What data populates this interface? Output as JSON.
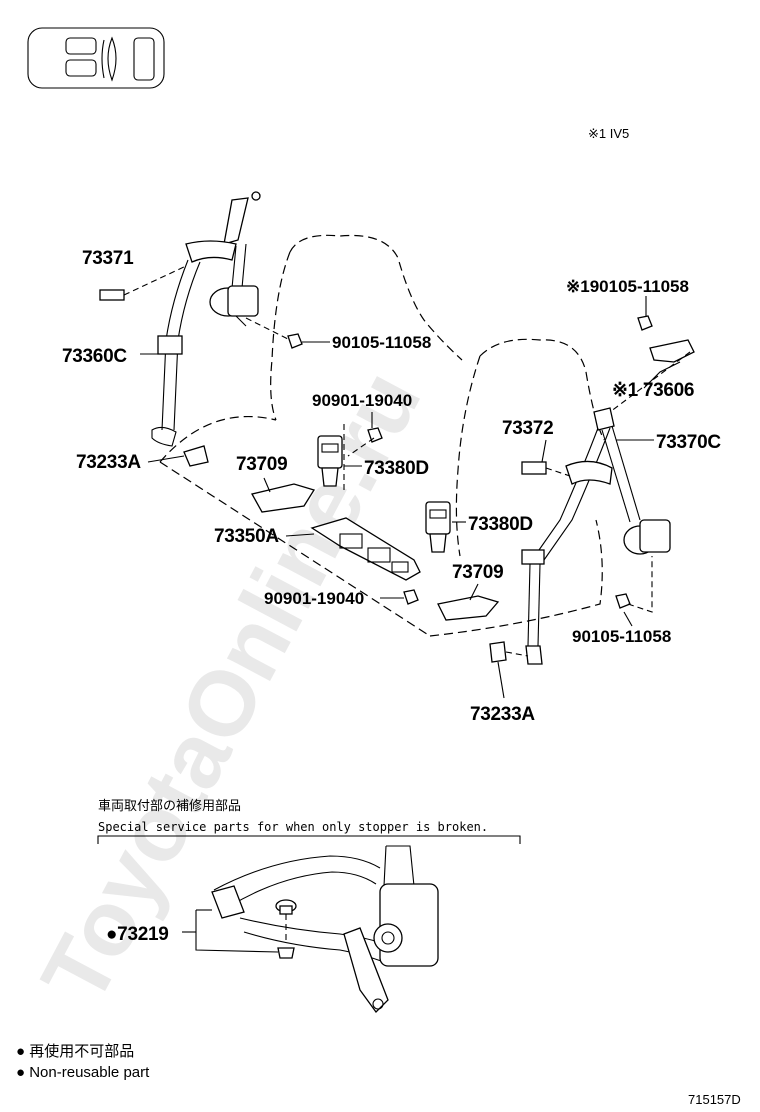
{
  "header_box_label": "",
  "variant_note": "※1 IV5",
  "watermark": "ToyotaOnline.ru",
  "callouts": {
    "c73371": "73371",
    "c73360C": "73360C",
    "c90105_left": "90105-11058",
    "c73233A_left": "73233A",
    "c90901_upper": "90901-19040",
    "c73709_left": "73709",
    "c73380D_left": "73380D",
    "c73350A": "73350A",
    "c90901_lower": "90901-19040",
    "c73372": "73372",
    "c73370C": "73370C",
    "c90105_right_top": "※190105-11058",
    "c73606": "※1 73606",
    "c73380D_right": "73380D",
    "c73709_right": "73709",
    "c90105_right_bottom": "90105-11058",
    "c73233A_right": "73233A",
    "c73219": "●73219"
  },
  "service_note": {
    "jp": "車両取付部の補修用部品",
    "en": "Special service parts for when only stopper is broken."
  },
  "legend": {
    "jp": "● 再使用不可部品",
    "en": "● Non-reusable part"
  },
  "diagram_code": "715157D"
}
